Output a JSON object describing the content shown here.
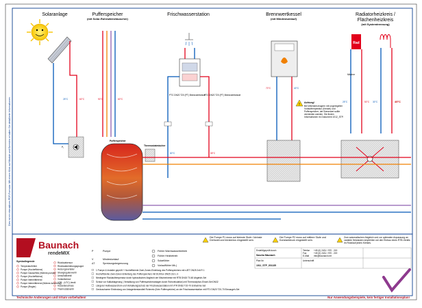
{
  "sections": {
    "solar": "Solaranlage",
    "buffer": "Pufferspeicher",
    "buffer_sub": "(mit Solar-Rohrwärmetauscher)",
    "fresh": "Frischwasserstation",
    "boiler": "Brennwertkessel",
    "boiler_sub": "(mit Mindestumlauf)",
    "heating": "Radiatorheizkreis /",
    "heating2": "Flächenheizkreis",
    "heating_sub": "(mit Systemtrennung)"
  },
  "side_note": "Dies ist ein interaktives PDF-Formular. Mit einem Klick auf Module und Bereiche erhalten Sie detaillierte Informationen.",
  "temps": {
    "t1": "25°C",
    "t2": "60°C",
    "t3": "90°C",
    "t4": "60°C",
    "t5": "60°C",
    "t6": "55°C",
    "t7": "70°C",
    "t8": "40°C",
    "t9": "25°C",
    "t10": "45°C",
    "t11": "50°C",
    "t12": "60°C",
    "t13": "30°C",
    "t14": "30°C",
    "t15": "35°C",
    "t16": "20°C"
  },
  "labels": {
    "buffer_tank": "Pufferspeicher",
    "thermostat": "Thermostatmischer",
    "mixer_right": "Mischer",
    "rad": "Rad",
    "fbh": "Fbh",
    "ptc1": "PTC DN20 T20 (PT) Brennwertkessel",
    "ptc2": "PTC DN20 T20 (PT) Brennwertkessel"
  },
  "warning": {
    "title": "Achtung!",
    "text": "Bei Wärmeerzeugern mit ungeregelter Vorlauftemperatur (Kessel) und Pufferspeicher, der Brennwert sollte vermieden werden. Sie finden Informationen im Dokument 1012_STP."
  },
  "logo": {
    "brand": "Baunach",
    "product": "rendeMIX"
  },
  "legend_left": {
    "title": "Symbollegende",
    "items": [
      "Temperaturfühler",
      "Pumpe (Hocheffizienz)",
      "Pumpe Gauss/Wilo (Wärme-pumpe)",
      "Pumpe (Hocheffizienz)",
      "Pumpe Intermittierend",
      "Pumpe Intermittierend (Wärme-Isolierung)",
      "Pumpe (Regler)"
    ],
    "items_b": [
      "Rücklaufsensor",
      "Rücklaufanhebungsgruppe",
      "Heizungsverteiler",
      "Strangregulierventil",
      "Umschaltventil",
      "Vorlaufsensor",
      "VTR - (VTC) Ventil",
      "Kesselanschluss",
      "Thermostatventil"
    ]
  },
  "legend_mid": {
    "p": "P",
    "p_desc": "Pumpe",
    "vmin": "V",
    "vmin_desc": "Mindestumlauf",
    "dt": "ΔT",
    "dt_desc": "Spreizungsbegrenzung",
    "f1": "Fühler Warmwasserbetrieb",
    "f2": "Fühler Heizbetrieb",
    "f3": "Solarfühler",
    "f4": "Vorlauffühler Mk.)"
  },
  "notes": [
    "Die Pumpe P1 muss auf kleinste Stufe / kleinste Drehzahl und bürstenlos eingestellt sein.",
    "Die Pumpe P2 muss auf mittlere Stufe und Konstantdruck eingestellt sein.",
    "Zum automatischen Abgleich und zur optimalen Anpassung an variable Heizlasten empfehlen wir den Einbau eines RTB-Ventils im Rücklauf jedes Kreises."
  ],
  "project": {
    "created_by_label": "Erstellt/geprüft durch",
    "created_by": "Sascha Maunach",
    "phone_label": "Telefon",
    "phone": "+49 (0) 2431 / 970 - 219",
    "fax_label": "Fax",
    "fax": "+49 (0) 2431 / 970 - 219",
    "email_label": "E-Mail",
    "email": "info@baunach.net",
    "page_label": "Plan Nr.",
    "page": "1011_STP_201135",
    "sig_label": "Unterschrift"
  },
  "info_lines": [
    "1 Pumpe & Installer geprüft + Hocheffiziente Zwei-Zonen-Einleitung des Pufferspeichers mit nJET DN25 2x6 R 1",
    "Hocheffiziente Zwei-Zonen-Einleitung des Pufferspeichers mit DUVbox DN25 2x3 L 3",
    "Niedrigere Rücklauftemperatur durch hydraulischen Abgleich der Mischerkreise mit RTB DN15 T0-60 Abgleich-Set",
    "Schutz vor Kalkablagerung ( Verkalkung von Pufferspeicheranlagen durch Rohrzirkulation) mit Thermostphon-Einzel-Set DN32",
    "Längerer Heißwasserstrom und Verkalkungsschutz der Frischwasserstation mit VTR DN32 T20-70 Entnahme-Set",
    "Geräuscharme Einbindung von Anlagenbestandteil Rohrnetz (Kein Pufferspeicher) an der Frischwasserstation mit RTV DN20 T20-70 Einsaugeh-Set"
  ],
  "footer": {
    "left": "Technische Änderungen und Irrtum vorbehalten!",
    "right": "Nur Anwendungsbeispiele, kein fertiger Installationsplan!"
  }
}
